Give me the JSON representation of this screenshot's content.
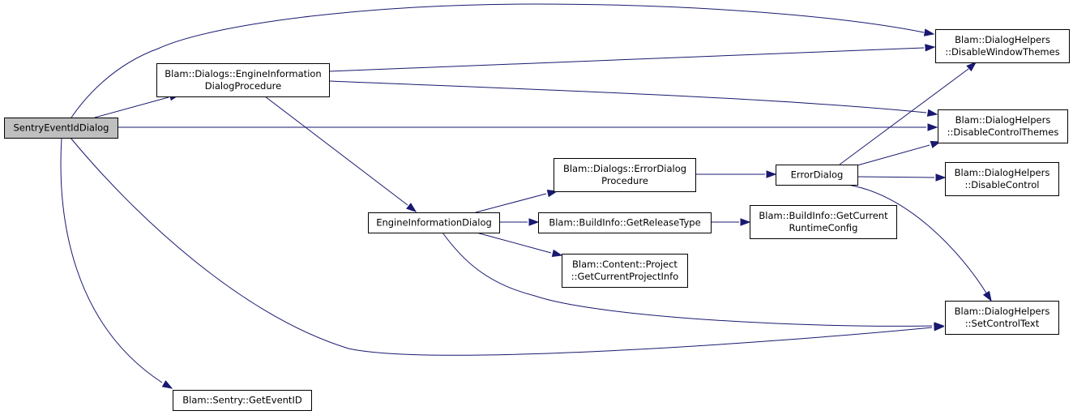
{
  "colors": {
    "edge": "#191970",
    "node_border": "#000000",
    "node_fill": "#ffffff",
    "root_fill": "#bfbfbf"
  },
  "nodes": [
    {
      "id": "sentry_event_id_dialog",
      "lines": [
        "SentryEventIdDialog"
      ],
      "root": true
    },
    {
      "id": "engine_info_dialog_procedure",
      "lines": [
        "Blam::Dialogs::EngineInformation",
        "DialogProcedure"
      ]
    },
    {
      "id": "get_event_id",
      "lines": [
        "Blam::Sentry::GetEventID"
      ]
    },
    {
      "id": "engine_information_dialog",
      "lines": [
        "EngineInformationDialog"
      ]
    },
    {
      "id": "error_dialog_procedure",
      "lines": [
        "Blam::Dialogs::ErrorDialog",
        "Procedure"
      ]
    },
    {
      "id": "get_release_type",
      "lines": [
        "Blam::BuildInfo::GetReleaseType"
      ]
    },
    {
      "id": "get_current_project_info",
      "lines": [
        "Blam::Content::Project",
        "::GetCurrentProjectInfo"
      ]
    },
    {
      "id": "error_dialog",
      "lines": [
        "ErrorDialog"
      ]
    },
    {
      "id": "get_current_runtime_config",
      "lines": [
        "Blam::BuildInfo::GetCurrent",
        "RuntimeConfig"
      ]
    },
    {
      "id": "disable_window_themes",
      "lines": [
        "Blam::DialogHelpers",
        "::DisableWindowThemes"
      ]
    },
    {
      "id": "disable_control_themes",
      "lines": [
        "Blam::DialogHelpers",
        "::DisableControlThemes"
      ]
    },
    {
      "id": "disable_control",
      "lines": [
        "Blam::DialogHelpers",
        "::DisableControl"
      ]
    },
    {
      "id": "set_control_text",
      "lines": [
        "Blam::DialogHelpers",
        "::SetControlText"
      ]
    }
  ],
  "edges": [
    {
      "from": "sentry_event_id_dialog",
      "to": "disable_window_themes"
    },
    {
      "from": "sentry_event_id_dialog",
      "to": "engine_info_dialog_procedure"
    },
    {
      "from": "sentry_event_id_dialog",
      "to": "disable_control_themes"
    },
    {
      "from": "sentry_event_id_dialog",
      "to": "set_control_text"
    },
    {
      "from": "sentry_event_id_dialog",
      "to": "get_event_id"
    },
    {
      "from": "engine_info_dialog_procedure",
      "to": "disable_window_themes"
    },
    {
      "from": "engine_info_dialog_procedure",
      "to": "disable_control_themes"
    },
    {
      "from": "engine_info_dialog_procedure",
      "to": "engine_information_dialog"
    },
    {
      "from": "engine_information_dialog",
      "to": "error_dialog_procedure"
    },
    {
      "from": "engine_information_dialog",
      "to": "get_release_type"
    },
    {
      "from": "engine_information_dialog",
      "to": "get_current_project_info"
    },
    {
      "from": "engine_information_dialog",
      "to": "set_control_text"
    },
    {
      "from": "error_dialog_procedure",
      "to": "error_dialog"
    },
    {
      "from": "get_release_type",
      "to": "get_current_runtime_config"
    },
    {
      "from": "error_dialog",
      "to": "disable_window_themes"
    },
    {
      "from": "error_dialog",
      "to": "disable_control_themes"
    },
    {
      "from": "error_dialog",
      "to": "disable_control"
    },
    {
      "from": "error_dialog",
      "to": "set_control_text"
    }
  ]
}
